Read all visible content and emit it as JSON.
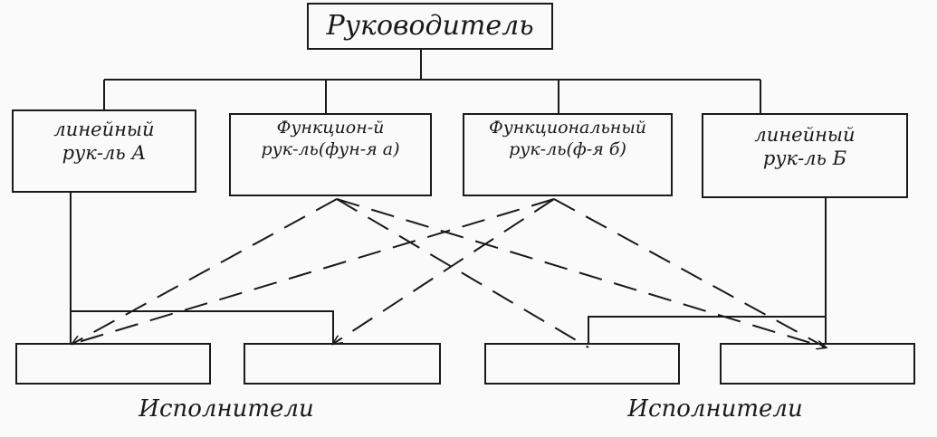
{
  "head": {
    "label": "Руководитель"
  },
  "managers": [
    {
      "line1": "линейный",
      "line2": "рук-ль А"
    },
    {
      "line1": "Функцион-й",
      "line2": "рук-ль(фун-я а)"
    },
    {
      "line1": "Функциональный",
      "line2": "рук-ль(ф-я б)"
    },
    {
      "line1": "линейный",
      "line2": "рук-ль Б"
    }
  ],
  "executors_labels": {
    "left": "Исполнители",
    "right": "Исполнители"
  },
  "colors": {
    "ink": "#1a1a1a",
    "paper": "#fafafa"
  }
}
